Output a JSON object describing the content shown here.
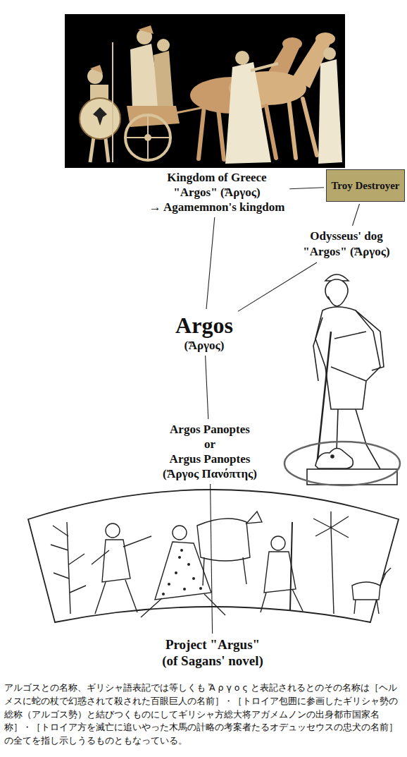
{
  "diagram": {
    "nodes": [
      {
        "text": [
          "Kingdom of Greece",
          "\"Argos\" (Ἄργος)",
          "→ Agamemnon's kingdom"
        ]
      },
      {
        "text": [
          "Troy Destroyer"
        ]
      },
      {
        "text": [
          "Odysseus' dog",
          "\"Argos\" (Ἄργος)"
        ]
      },
      {
        "text": [
          "Argos",
          "(Ἄργος)"
        ]
      },
      {
        "text": [
          "Argos Panoptes",
          "or",
          "Argus Panoptes",
          "(Ἄργος Πανόπτης)"
        ]
      },
      {
        "text": [
          "Project \"Argus\"",
          "(of Sagans' novel)"
        ]
      }
    ],
    "edges": [
      {
        "from": 1,
        "to": 0,
        "arrow": "none"
      },
      {
        "from": 1,
        "to": 2,
        "arrow": "none"
      },
      {
        "from": 3,
        "to": 0,
        "arrow": "none"
      },
      {
        "from": 3,
        "to": 2,
        "arrow": "none"
      },
      {
        "from": 3,
        "to": 4,
        "arrow": "none"
      },
      {
        "from": 4,
        "to": 5,
        "arrow": "none"
      }
    ],
    "caption": "アルゴスとの名称、ギリシャ語表記では等しくも Ἄ ρ γ ο ς と表記されるとのその名称は［ヘルメスに蛇の杖で幻惑されて殺された百眼巨人の名前］・［トロイア包囲に参画したギリシャ勢の総称（アルゴス勢）と結びつくものにしてギリシャ方総大将アガメムノンの出身都市国家名称］・［トロイア方を滅亡に追いやった木馬の計略の考案者たるオデュッセウスの忠犬の名前］の全てを指し示しうるものともなっている。"
  }
}
